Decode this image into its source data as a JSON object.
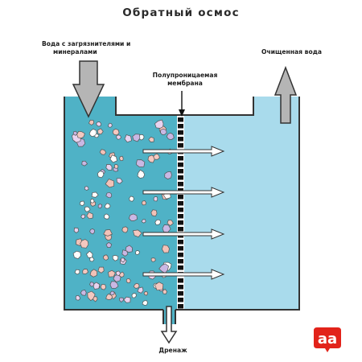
{
  "title": "Обратный осмос",
  "labels": {
    "inlet_line1": "Вода с загрязнителями и",
    "inlet_line2": "минералами",
    "membrane_line1": "Полупроницаемая",
    "membrane_line2": "мембрана",
    "outlet": "Очищенная вода",
    "drain": "Дренаж"
  },
  "logo_text": "aa",
  "colors": {
    "dirty_water": "#4fb2c6",
    "clean_water": "#a9dbec",
    "membrane": "#111111",
    "tank_outline": "#333333",
    "arrow": "#b5b5b5",
    "logo_bg": "#e2231a"
  },
  "icons": {
    "inlet_arrow": "arrow-down-icon",
    "outlet_arrow": "arrow-up-icon",
    "drain_arrow": "arrow-down-icon",
    "flow_arrow": "arrow-right-icon",
    "logo": "aa-logo-icon"
  }
}
